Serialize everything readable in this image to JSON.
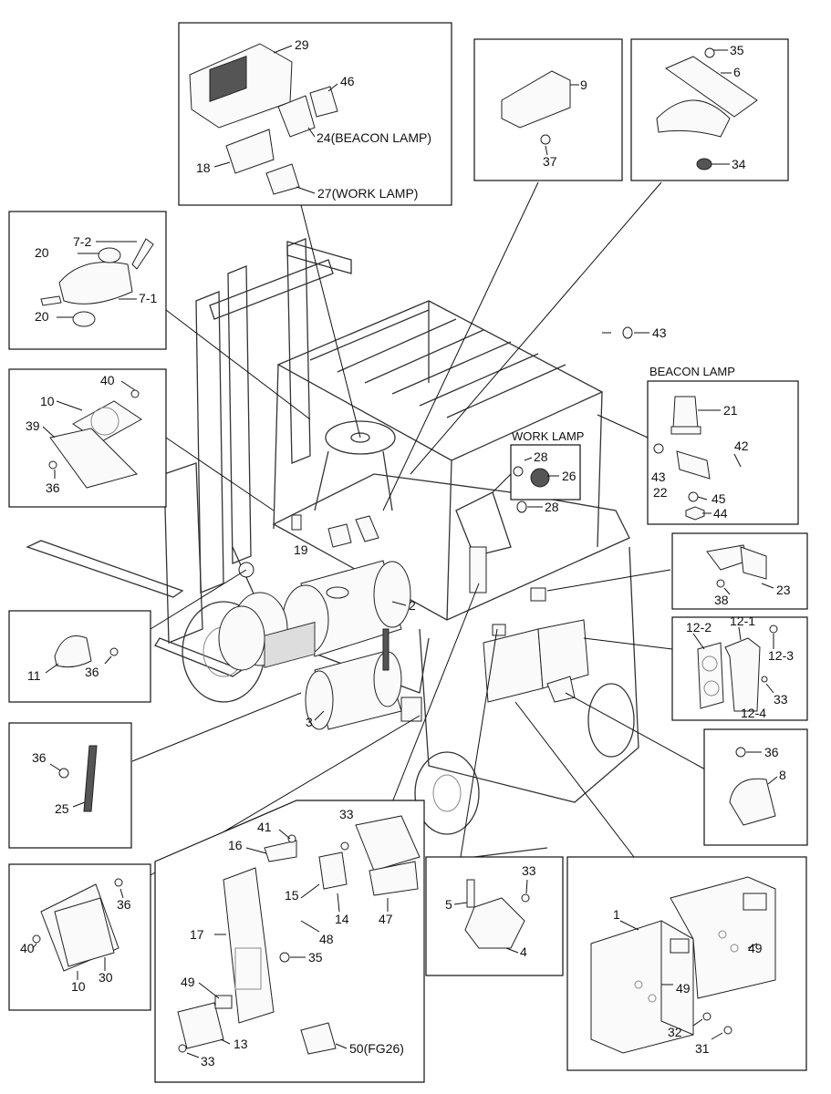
{
  "labels": {
    "p29": "29",
    "p46": "46",
    "p24": "24(BEACON LAMP)",
    "p18": "18",
    "p27": "27(WORK LAMP)",
    "p9": "9",
    "p37": "37",
    "p35a": "35",
    "p6": "6",
    "p34": "34",
    "p7_2": "7-2",
    "p20a": "20",
    "p7_1": "7-1",
    "p20b": "20",
    "p40a": "40",
    "p10a": "10",
    "p39": "39",
    "p36a": "36",
    "p43a": "43",
    "beacon_title": "BEACON LAMP",
    "p21": "21",
    "p42": "42",
    "p43b": "43",
    "p22": "22",
    "p45": "45",
    "p44": "44",
    "work_title": "WORK LAMP",
    "p28a": "28",
    "p26": "26",
    "p28b": "28",
    "p19": "19",
    "p2": "2",
    "p3": "3",
    "p23": "23",
    "p38": "38",
    "p12_2": "12-2",
    "p12_1": "12-1",
    "p12_3": "12-3",
    "p33a": "33",
    "p12_4": "12-4",
    "p11": "11",
    "p36b": "36",
    "p36c": "36",
    "p25": "25",
    "p36d": "36",
    "p8": "8",
    "p33b": "33",
    "p41": "41",
    "p16": "16",
    "p15": "15",
    "p14": "14",
    "p47": "47",
    "p17": "17",
    "p48": "48",
    "p35b": "35",
    "p49a": "49",
    "p13": "13",
    "p33c": "33",
    "p50": "50(FG26)",
    "p36e": "36",
    "p40b": "40",
    "p10b": "10",
    "p30": "30",
    "p33d": "33",
    "p5": "5",
    "p4": "4",
    "p1": "1",
    "p49b": "49",
    "p49c": "49",
    "p32": "32",
    "p31": "31"
  }
}
